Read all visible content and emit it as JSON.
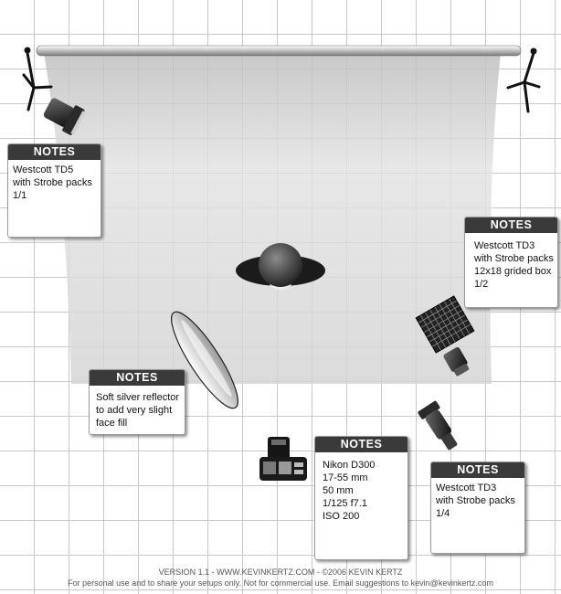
{
  "notes": [
    {
      "id": "key-light",
      "header": "NOTES",
      "lines": [
        "Westcott TD5",
        "with Strobe packs",
        "1/1"
      ]
    },
    {
      "id": "hair-light",
      "header": "NOTES",
      "lines": [
        "Westcott TD3",
        "with Strobe packs",
        "12x18 grided box",
        "1/2"
      ]
    },
    {
      "id": "reflector",
      "header": "NOTES",
      "lines": [
        "Soft silver reflector",
        "to add very slight",
        "face fill"
      ]
    },
    {
      "id": "camera",
      "header": "NOTES",
      "lines": [
        "Nikon D300",
        "17-55 mm",
        "50 mm",
        "1/125 f7.1",
        "ISO 200"
      ]
    },
    {
      "id": "rim-light",
      "header": "NOTES",
      "lines": [
        "Westcott TD3",
        "with Strobe packs",
        "1/4"
      ]
    }
  ],
  "footer": {
    "line1": "VERSION 1.1   -   WWW.KEVINKERTZ.COM   -   ©2006 KEVIN KERTZ",
    "line2": "For personal use and to share your setups only. Not for commercial use.  Email suggestions to kevin@kevinkertz.com"
  },
  "icons": {
    "stand_left": "light-stand-icon",
    "stand_right": "light-stand-icon",
    "key_light": "spotlight-icon",
    "hair_light": "softbox-icon",
    "rim_light": "spotlight-icon",
    "reflector": "reflector-icon",
    "camera": "camera-icon",
    "subject": "person-icon"
  },
  "colors": {
    "note_header": "#3a3a3a",
    "grid_line": "#c8c8c8",
    "backdrop": "#d8d8d8"
  }
}
